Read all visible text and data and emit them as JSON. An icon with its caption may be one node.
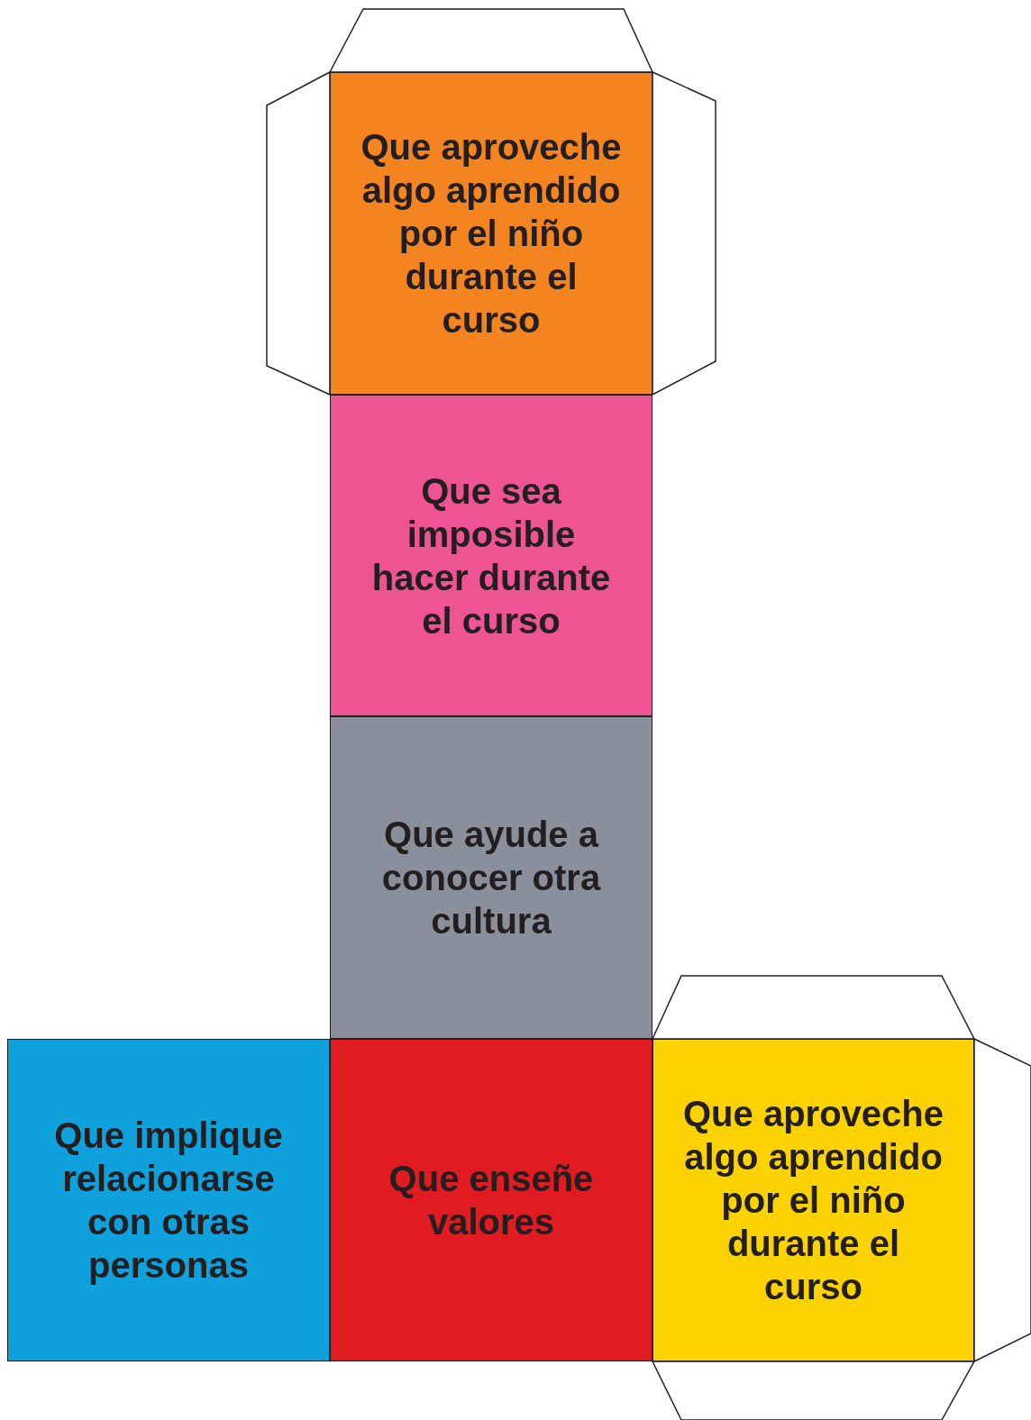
{
  "diagram": {
    "nodes": [
      {
        "text": [
          "Que aproveche algo aprendido por el niño durante el curso"
        ]
      },
      {
        "text": [
          "Que sea imposible hacer durante el curso"
        ]
      },
      {
        "text": [
          "Que ayude a conocer otra cultura"
        ]
      },
      {
        "text": [
          "Que implique relacionarse con otras personas"
        ]
      },
      {
        "text": [
          "Que enseñe valores"
        ]
      },
      {
        "text": [
          "Que aproveche algo aprendido por el niño durante el curso"
        ]
      }
    ]
  }
}
